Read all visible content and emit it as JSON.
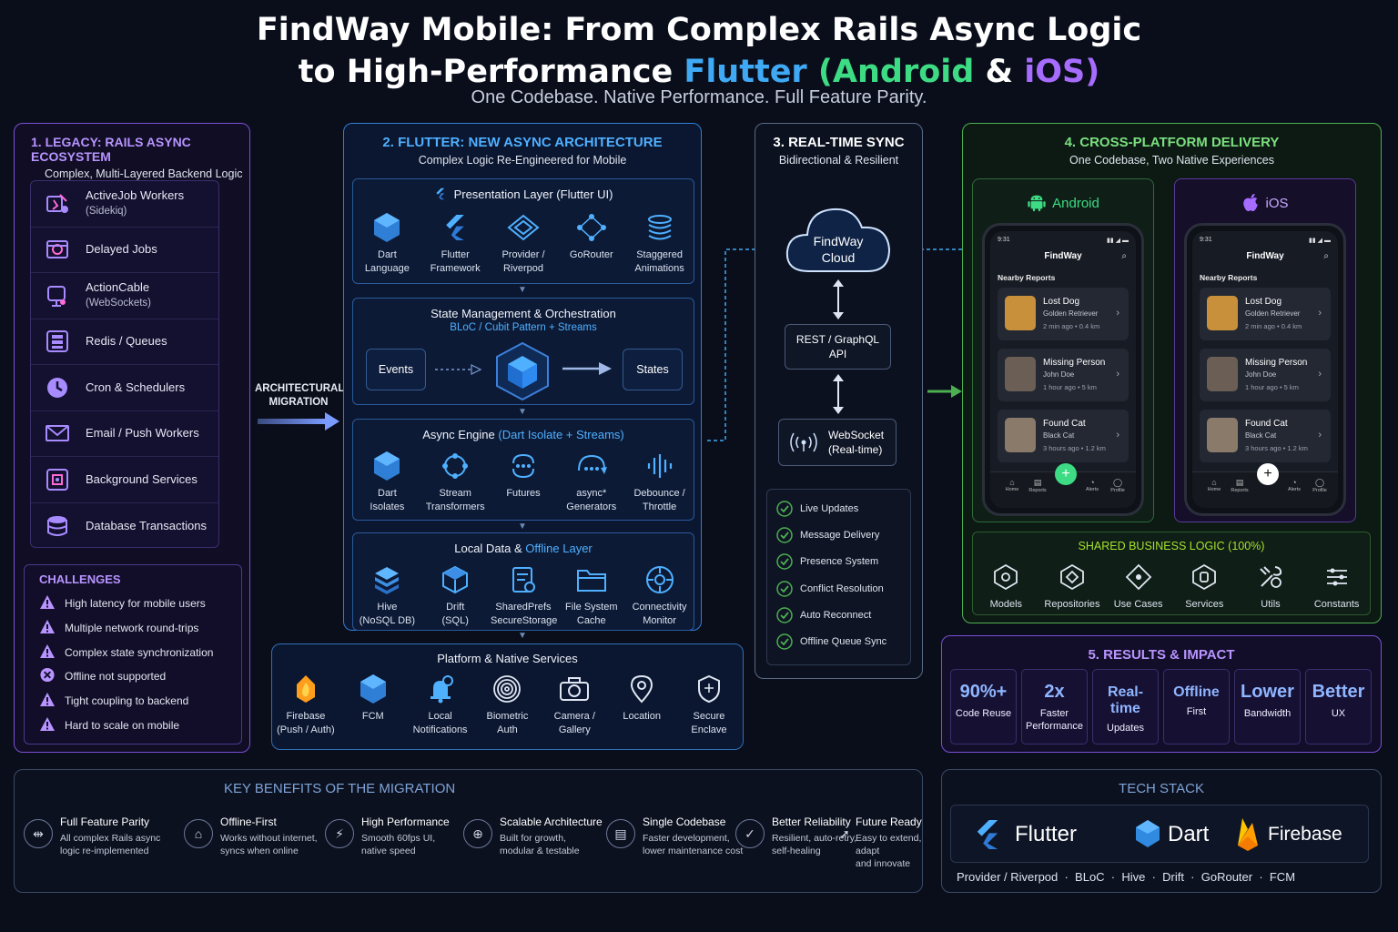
{
  "title": {
    "line1": "FindWay Mobile: From Complex Rails Async Logic",
    "line2_pre": "to High-Performance ",
    "flutter": "Flutter",
    "paren_open": " (",
    "android": "Android",
    "amp": " & ",
    "ios": "iOS",
    "paren_close": ")"
  },
  "subtitle": "One Codebase. Native Performance. Full Feature Parity.",
  "legacy": {
    "heading": "1. LEGACY: RAILS ASYNC ECOSYSTEM",
    "sub": "Complex, Multi-Layered Backend Logic",
    "items": [
      {
        "label": "ActiveJob Workers",
        "sub": "(Sidekiq)"
      },
      {
        "label": "Delayed Jobs",
        "sub": ""
      },
      {
        "label": "ActionCable",
        "sub": "(WebSockets)"
      },
      {
        "label": "Redis / Queues",
        "sub": ""
      },
      {
        "label": "Cron & Schedulers",
        "sub": ""
      },
      {
        "label": "Email / Push Workers",
        "sub": ""
      },
      {
        "label": "Background Services",
        "sub": ""
      },
      {
        "label": "Database Transactions",
        "sub": ""
      }
    ],
    "challenges_heading": "CHALLENGES",
    "challenges": [
      "High latency for mobile users",
      "Multiple network round-trips",
      "Complex state synchronization",
      "Offline not supported",
      "Tight coupling to backend",
      "Hard to scale on mobile"
    ]
  },
  "migration": {
    "line1": "ARCHITECTURAL",
    "line2": "MIGRATION"
  },
  "flutter_arch": {
    "heading": "2. FLUTTER: NEW ASYNC ARCHITECTURE",
    "sub": "Complex Logic Re-Engineered for Mobile",
    "presentation": {
      "title": "Presentation Layer (Flutter UI)",
      "items": [
        [
          "Dart",
          "Language"
        ],
        [
          "Flutter",
          "Framework"
        ],
        [
          "Provider /",
          "Riverpod"
        ],
        [
          "GoRouter",
          ""
        ],
        [
          "Staggered",
          "Animations"
        ]
      ]
    },
    "state": {
      "title": "State Management & Orchestration",
      "sub": "BLoC / Cubit Pattern + Streams",
      "events": "Events",
      "states": "States"
    },
    "async": {
      "title_pre": "Async Engine ",
      "title_hl": "(Dart Isolate + Streams)",
      "items": [
        [
          "Dart",
          "Isolates"
        ],
        [
          "Stream",
          "Transformers"
        ],
        [
          "Futures",
          ""
        ],
        [
          "async*",
          "Generators"
        ],
        [
          "Debounce /",
          "Throttle"
        ]
      ]
    },
    "local": {
      "title_pre": "Local Data & ",
      "title_hl": "Offline Layer",
      "items": [
        [
          "Hive",
          "(NoSQL DB)"
        ],
        [
          "Drift",
          "(SQL)"
        ],
        [
          "SharedPrefs",
          "SecureStorage"
        ],
        [
          "File System",
          "Cache"
        ],
        [
          "Connectivity",
          "Monitor"
        ]
      ]
    },
    "platform": {
      "title": "Platform & Native Services",
      "items": [
        [
          "Firebase",
          "(Push / Auth)"
        ],
        [
          "FCM",
          ""
        ],
        [
          "Local",
          "Notifications"
        ],
        [
          "Biometric",
          "Auth"
        ],
        [
          "Camera /",
          "Gallery"
        ],
        [
          "Location",
          ""
        ],
        [
          "Secure",
          "Enclave"
        ]
      ]
    }
  },
  "sync": {
    "heading": "3. REAL-TIME SYNC",
    "sub": "Bidirectional & Resilient",
    "cloud": [
      "FindWay",
      "Cloud"
    ],
    "api": [
      "REST / GraphQL",
      "API"
    ],
    "ws": [
      "WebSocket",
      "(Real-time)"
    ],
    "checks": [
      "Live Updates",
      "Message Delivery",
      "Presence System",
      "Conflict Resolution",
      "Auto Reconnect",
      "Offline Queue Sync"
    ]
  },
  "delivery": {
    "heading": "4. CROSS-PLATFORM DELIVERY",
    "sub": "One Codebase, Two Native Experiences",
    "android": "Android",
    "ios": "iOS",
    "phone": {
      "time": "9:31",
      "app": "FindWay",
      "section": "Nearby Reports",
      "reports": [
        {
          "name": "Lost Dog",
          "sub": "Golden Retriever",
          "meta": "2 min ago • 0.4 km"
        },
        {
          "name": "Missing Person",
          "sub": "John Doe",
          "meta": "1 hour ago • 5 km"
        },
        {
          "name": "Found Cat",
          "sub": "Black Cat",
          "meta": "3 hours ago • 1.2 km"
        }
      ],
      "nav": [
        "Home",
        "Reports",
        "Alerts",
        "Profile"
      ]
    },
    "shared_heading": "SHARED BUSINESS LOGIC (100%)",
    "shared": [
      "Models",
      "Repositories",
      "Use Cases",
      "Services",
      "Utils",
      "Constants"
    ]
  },
  "results": {
    "heading": "5. RESULTS & IMPACT",
    "items": [
      {
        "big": "90%+",
        "small": [
          "Code Reuse"
        ]
      },
      {
        "big": "2x",
        "small": [
          "Faster",
          "Performance"
        ]
      },
      {
        "big": "Real-time",
        "small": [
          "Updates"
        ]
      },
      {
        "big": "Offline",
        "small": [
          "First"
        ]
      },
      {
        "big": "Lower",
        "small": [
          "Bandwidth"
        ]
      },
      {
        "big": "Better",
        "small": [
          "UX"
        ]
      }
    ]
  },
  "benefits": {
    "heading": "KEY BENEFITS OF THE MIGRATION",
    "items": [
      {
        "title": "Full Feature Parity",
        "lines": [
          "All complex Rails async",
          "logic re-implemented"
        ]
      },
      {
        "title": "Offline-First",
        "lines": [
          "Works without internet,",
          "syncs when online"
        ]
      },
      {
        "title": "High Performance",
        "lines": [
          "Smooth 60fps UI,",
          "native speed"
        ]
      },
      {
        "title": "Scalable Architecture",
        "lines": [
          "Built for growth,",
          "modular & testable"
        ]
      },
      {
        "title": "Single Codebase",
        "lines": [
          "Faster development,",
          "lower maintenance cost"
        ]
      },
      {
        "title": "Better Reliability",
        "lines": [
          "Resilient, auto-retry,",
          "self-healing"
        ]
      },
      {
        "title": "Future Ready",
        "lines": [
          "Easy to extend,",
          "adapt",
          "and innovate"
        ]
      }
    ]
  },
  "tech": {
    "heading": "TECH STACK",
    "logos": [
      "Flutter",
      "Dart",
      "Firebase"
    ],
    "libs": "Provider / Riverpod  ·  BLoC  ·  Hive  ·  Drift  ·  GoRouter  ·  FCM"
  },
  "colors": {
    "flutter": "#3fa9f5",
    "android": "#3ddc84",
    "ios": "#a66cff",
    "legacy": "#7b4fd6",
    "green": "#4caf50"
  }
}
